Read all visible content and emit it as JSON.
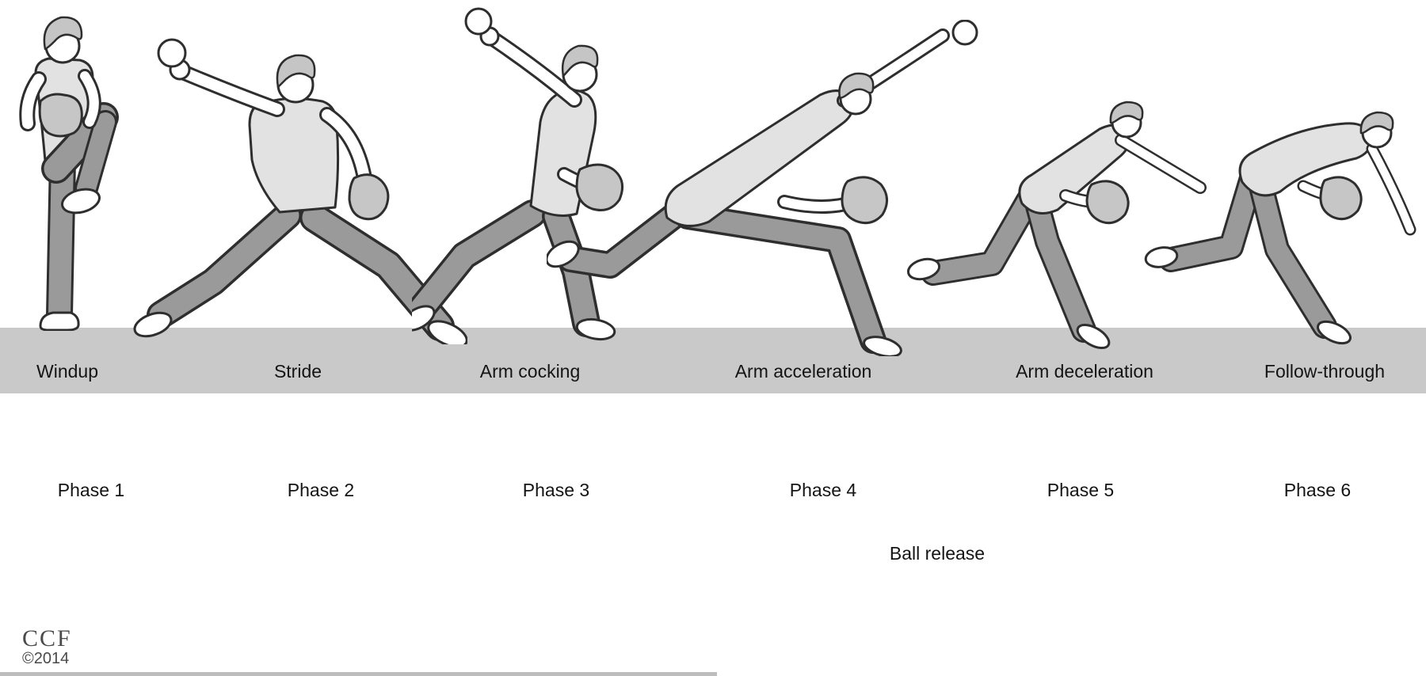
{
  "phases": [
    {
      "stage": "Windup",
      "phase": "Phase 1"
    },
    {
      "stage": "Stride",
      "phase": "Phase 2"
    },
    {
      "stage": "Arm cocking",
      "phase": "Phase 3"
    },
    {
      "stage": "Arm acceleration",
      "phase": "Phase 4"
    },
    {
      "stage": "Arm deceleration",
      "phase": "Phase 5"
    },
    {
      "stage": "Follow-through",
      "phase": "Phase 6"
    }
  ],
  "event_label": "Ball release",
  "credit": {
    "org": "CCF",
    "year": "©2014"
  },
  "colors": {
    "background": "#ffffff",
    "ground_strip": "#c9c9c9",
    "shirt": "#e2e2e2",
    "pants": "#9a9a9a",
    "hair": "#c5c5c5",
    "glove": "#c6c6c6",
    "skin": "#ffffff",
    "outline": "#2e2e2e",
    "label_text": "#141414",
    "credit_text": "#4a4a4a"
  }
}
